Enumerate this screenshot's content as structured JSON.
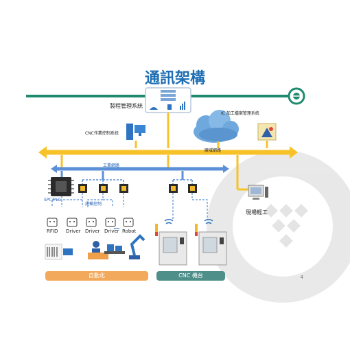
{
  "title": "通訊架構",
  "mgmt_system": "製程管理系統",
  "ic_system": "IC 加工檔案管理系統",
  "cnc_control": "CNC作業控制系統",
  "factory_net": "廠域網路",
  "industrial_net": "工業網路",
  "device_control": "設備控制",
  "spc_plc": "SPC/PLC",
  "devices": [
    "RFID",
    "Driver",
    "Driver",
    "Driver",
    "Robot"
  ],
  "field_staff": "現場輕工",
  "automation": "自動化",
  "cnc_machine": "CNC 機台",
  "page_number": "4",
  "colors": {
    "accent_green": "#1f8a70",
    "bus_yellow": "#f7c229",
    "industrial_blue": "#5b8fd6",
    "auto_orange": "#f2a95b",
    "cnc_teal": "#4f8f8a"
  }
}
